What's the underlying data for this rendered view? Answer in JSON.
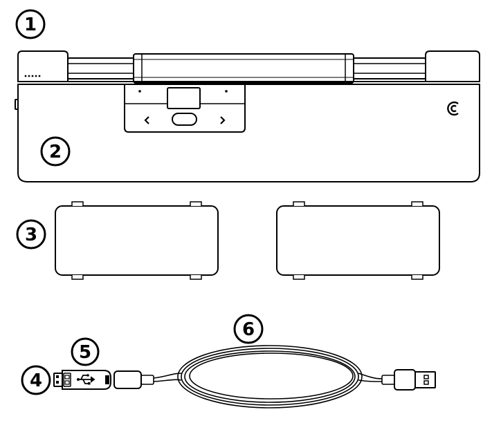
{
  "callouts": {
    "c1": "1",
    "c2": "2",
    "c3": "3",
    "c4": "4",
    "c5": "5",
    "c6": "6"
  },
  "colors": {
    "line": "#000000",
    "fill": "#ffffff"
  },
  "icons": {
    "product_logo": "c-logo-icon",
    "usb": "usb-trident-icon",
    "left_arrow": "chevron-left-icon",
    "right_arrow": "chevron-right-icon"
  }
}
